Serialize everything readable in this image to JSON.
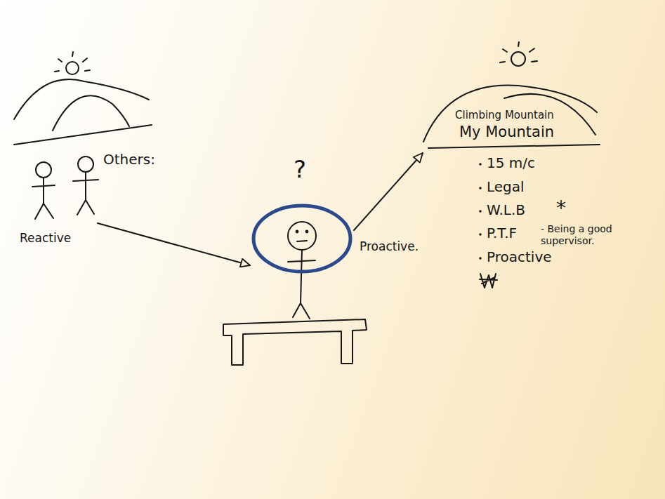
{
  "diagram": {
    "nodes": [
      {
        "text": [
          "Others:"
        ]
      },
      {
        "text": [
          "?"
        ]
      },
      {
        "text": [
          "Climbing Mountain",
          "My Mountain"
        ]
      }
    ],
    "edges": [
      {
        "from": 0,
        "to": 1,
        "arrow": "to",
        "label": "Reactive"
      },
      {
        "from": 1,
        "to": 2,
        "arrow": "to",
        "label": "Proactive."
      }
    ],
    "labels": [
      "15 m/c",
      "Legal",
      "W.L.B",
      "*",
      "P.T.F",
      "- Being a good supervisor.",
      "Proactive"
    ]
  }
}
